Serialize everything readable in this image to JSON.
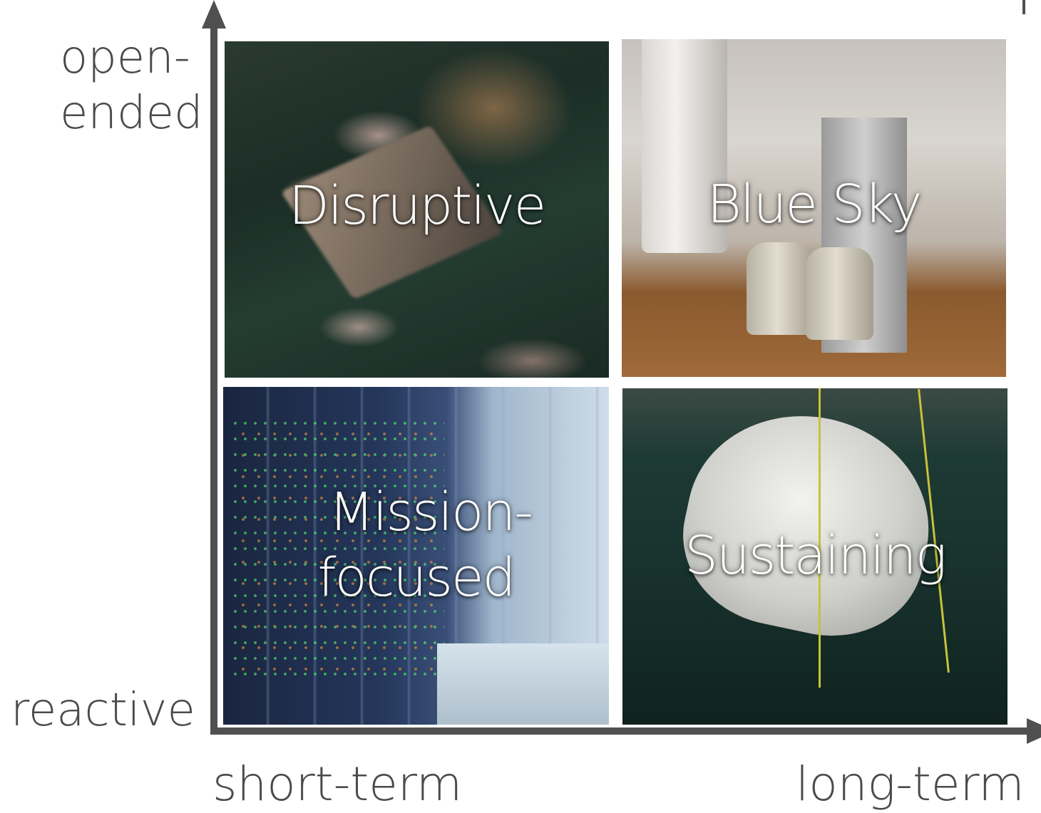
{
  "axes": {
    "y_top_label": "open-\nended",
    "y_bottom_label": "reactive",
    "x_left_label": "short-term",
    "x_right_label": "long-term"
  },
  "quadrants": {
    "top_left": {
      "label": "Disruptive"
    },
    "top_right": {
      "label": "Blue Sky"
    },
    "bottom_left": {
      "label_line1": "Mission-",
      "label_line2": "focused"
    },
    "bottom_right": {
      "label": "Sustaining"
    }
  },
  "colors": {
    "axis": "#505050",
    "label_text": "#4a4a4a",
    "quadrant_text": "#ffffff"
  }
}
